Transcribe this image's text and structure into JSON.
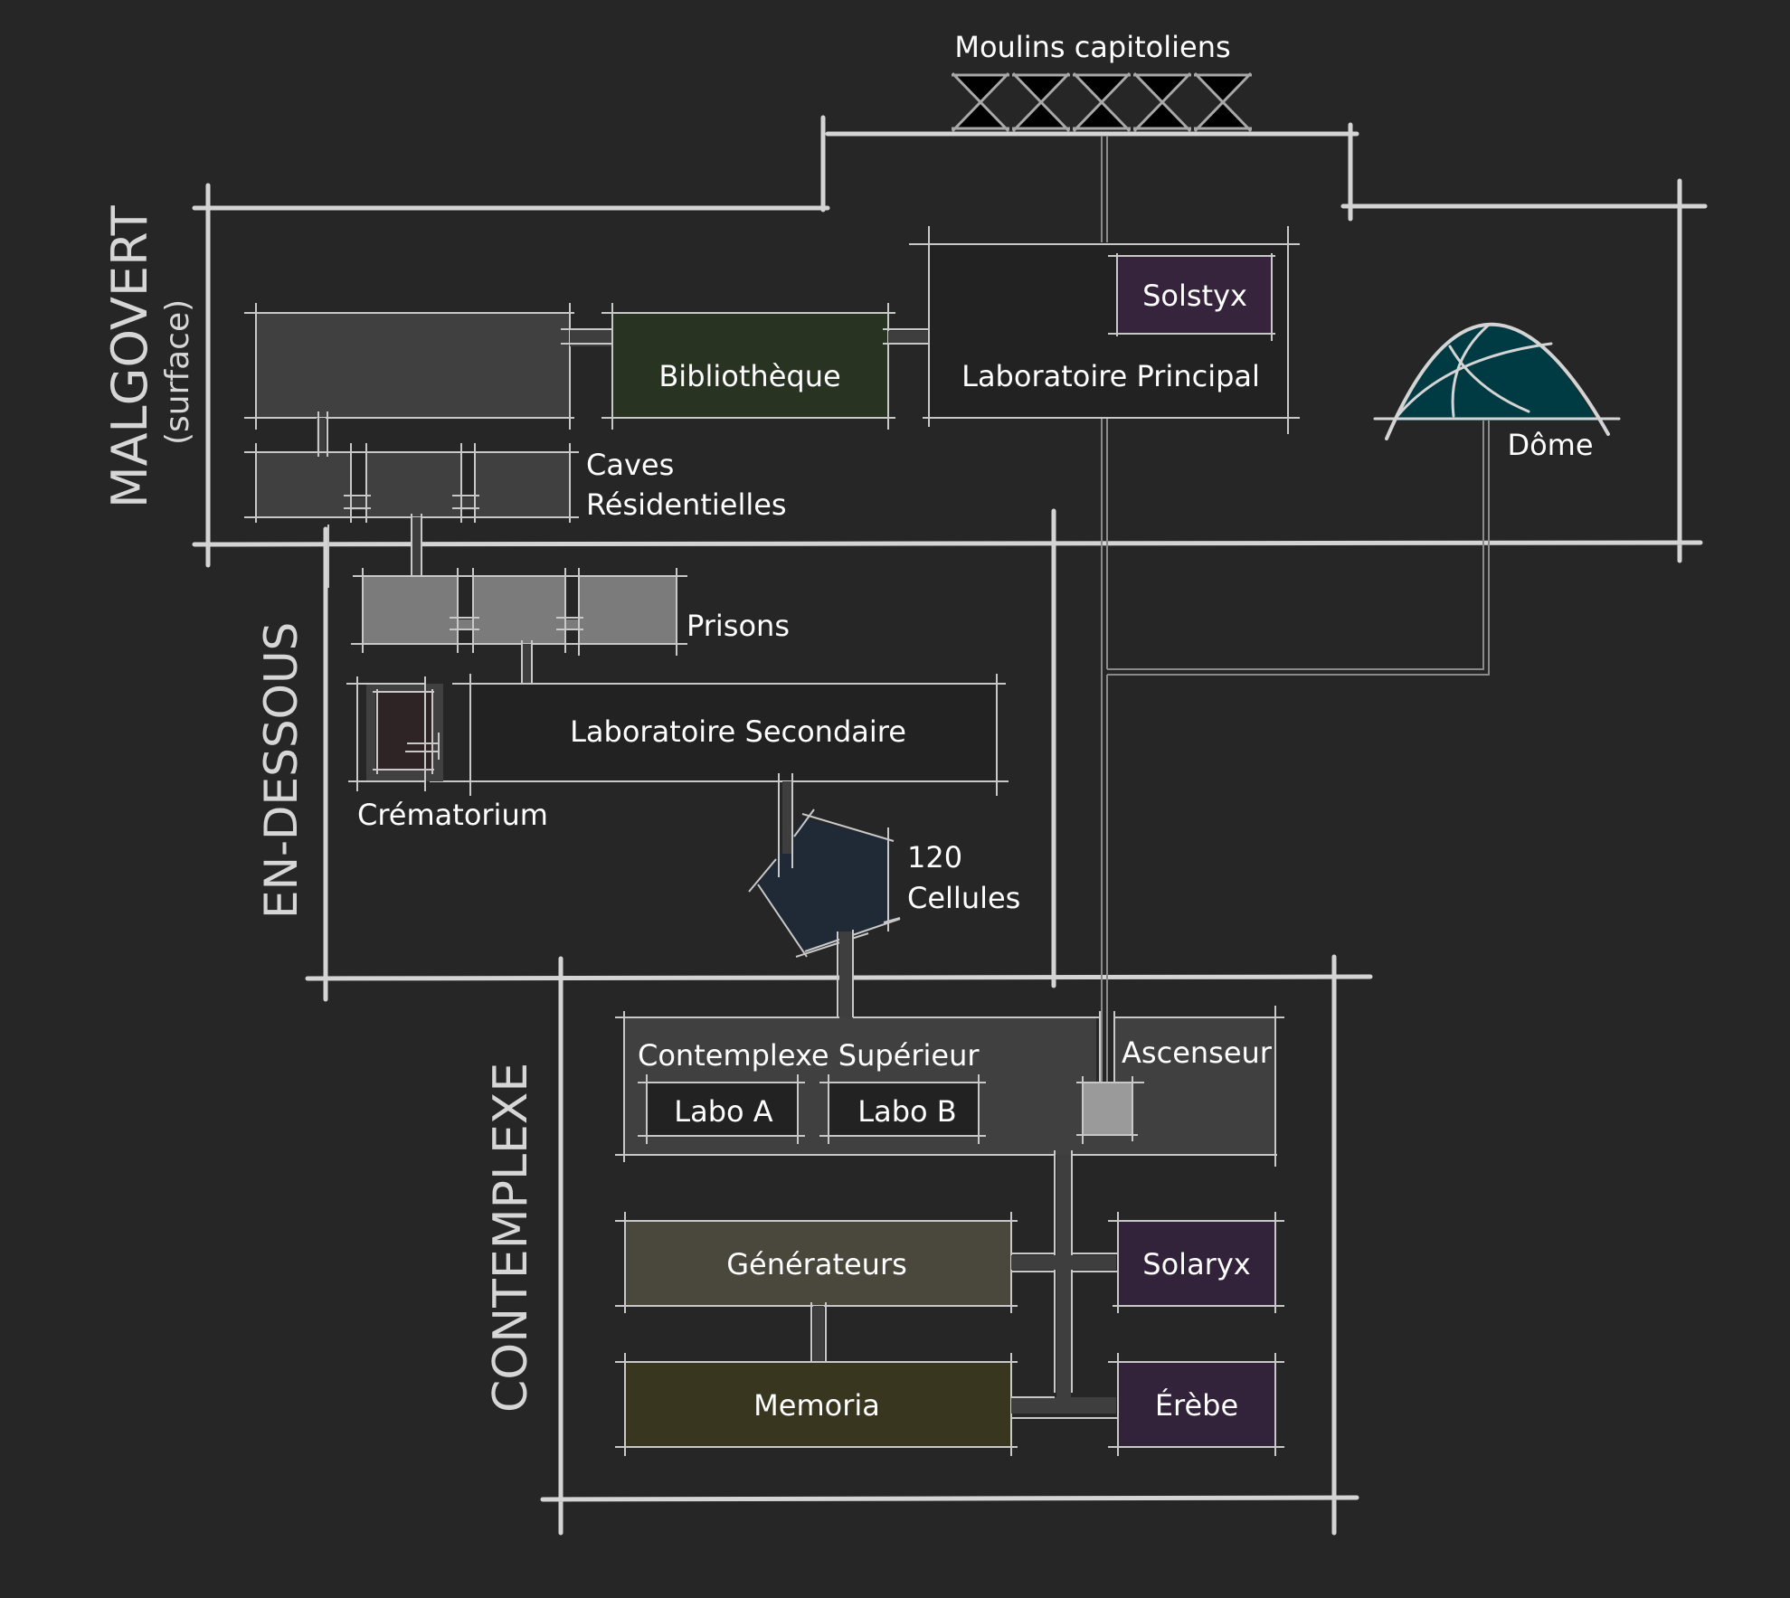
{
  "title": "Plan de Malgovert",
  "colors": {
    "background": "#262626",
    "chalk": "#d4d4d4",
    "room_dark": "#222222",
    "room_grey": "#404040",
    "room_light_grey": "#7b7b7b",
    "bibliotheque": "#283322",
    "solstyx": "#35243b",
    "solaryx": "#32233a",
    "erebe": "#32233a",
    "dome": "#003b44",
    "cellules": "#1f2a36",
    "crematorium": "#2e2426",
    "generateurs": "#4a473c",
    "memoria": "#38361f",
    "ascenseur_cabin": "#9a9a9a"
  },
  "zones": {
    "malgovert": "MALGOVERT",
    "malgovert_sub": "(surface)",
    "en_dessous": "EN-DESSOUS",
    "contemplexe": "CONTEMPLEXE"
  },
  "rooms": {
    "moulins": "Moulins capitoliens",
    "solstyx": "Solstyx",
    "bibliotheque": "Bibliothèque",
    "labo_principal": "Laboratoire Principal",
    "dome": "Dôme",
    "caves_1": "Caves",
    "caves_2": "Résidentielles",
    "prisons": "Prisons",
    "labo_secondaire": "Laboratoire Secondaire",
    "crematorium": "Crématorium",
    "cellules_1": "120",
    "cellules_2": "Cellules",
    "contemplexe_sup": "Contemplexe Supérieur",
    "labo_a": "Labo A",
    "labo_b": "Labo B",
    "ascenseur": "Ascenseur",
    "generateurs": "Générateurs",
    "solaryx": "Solaryx",
    "memoria": "Memoria",
    "erebe": "Érèbe"
  },
  "moulins_count": 5
}
